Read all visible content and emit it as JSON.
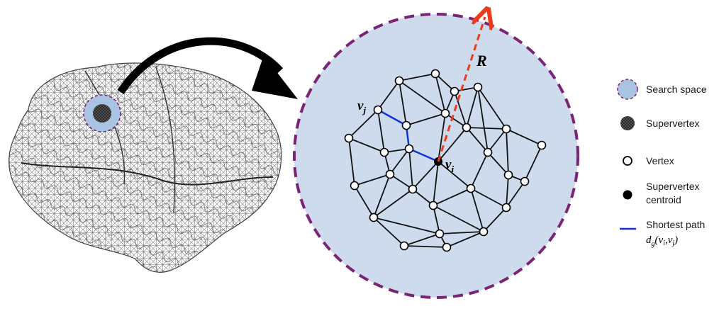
{
  "colors": {
    "search_fill": "#cddbed",
    "search_border": "#7b2475",
    "radius_arrow": "#ec3c1c",
    "shortest_path": "#1233d8",
    "mesh_edge": "#111111",
    "supervertex": "#111111"
  },
  "annotations": {
    "radius": "R",
    "vertex_j": "v",
    "vertex_j_sub": "j",
    "vertex_i": "v",
    "vertex_i_sub": "i"
  },
  "legend": {
    "search_space": "Search space",
    "supervertex": "Supervertex",
    "vertex": "Vertex",
    "centroid_line1": "Supervertex",
    "centroid_line2": "centroid",
    "shortest_path": "Shortest path",
    "formula_d": "d",
    "formula_g": "g",
    "formula_args": "(v",
    "formula_i": "i",
    "formula_comma": ",v",
    "formula_j": "j",
    "formula_close": ")"
  },
  "icons": [
    "brain-mesh-icon",
    "curved-arrow-icon",
    "search-space-swatch-icon",
    "supervertex-icon",
    "vertex-icon",
    "centroid-icon",
    "path-line-icon"
  ]
}
